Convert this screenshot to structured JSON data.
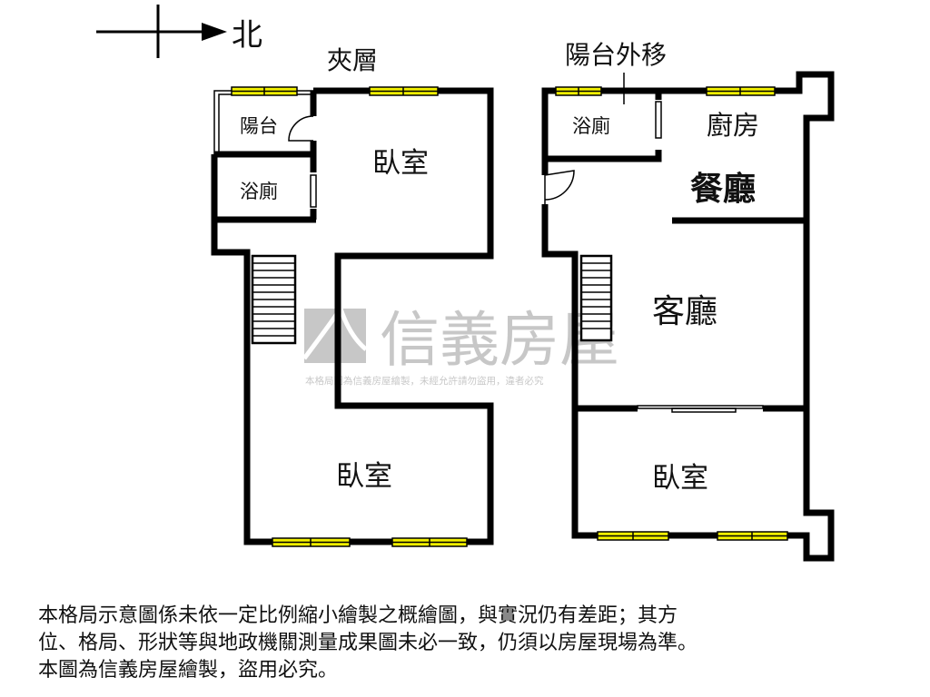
{
  "compass": {
    "label": "北"
  },
  "units": {
    "left": {
      "title": "夾層",
      "rooms": {
        "balcony": "陽台",
        "bath": "浴廁",
        "bedroom_top": "臥室",
        "bedroom_bottom": "臥室"
      }
    },
    "right": {
      "title": "陽台外移",
      "rooms": {
        "bath": "浴廁",
        "kitchen": "廚房",
        "dining": "餐廳",
        "living": "客廳",
        "bedroom": "臥室"
      }
    }
  },
  "watermark": {
    "brand": "信義房屋",
    "caption": "本格局圖為信義房屋繪製，未經允許請勿盜用，違者必究"
  },
  "colors": {
    "wall": "#000000",
    "window": "#f2f000",
    "watermark": "#9a9a9a"
  },
  "disclaimer": [
    "本格局示意圖係未依一定比例縮小繪製之概繪圖，與實況仍有差距；其方",
    "位、格局、形狀等與地政機關測量成果圖未必一致，仍須以房屋現場為準。",
    "本圖為信義房屋繪製，盜用必究。"
  ]
}
